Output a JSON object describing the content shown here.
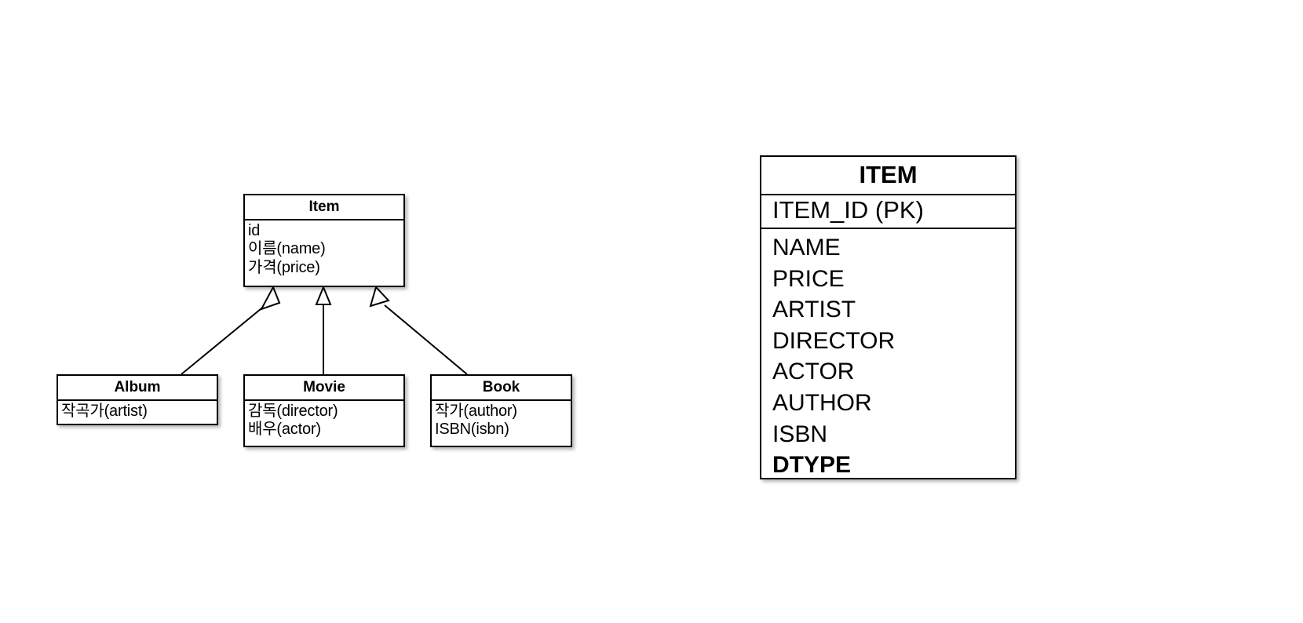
{
  "diagram": {
    "kind": "uml-class-diagram-with-single-table-erd",
    "relationship": "generalization",
    "arrowhead": "hollow-triangle",
    "background_color": "#ffffff",
    "line_color": "#000000"
  },
  "uml": {
    "superclass": {
      "name": "Item",
      "attributes": [
        "id",
        "이름(name)",
        "가격(price)"
      ]
    },
    "subclasses": [
      {
        "name": "Album",
        "attributes": [
          "작곡가(artist)"
        ]
      },
      {
        "name": "Movie",
        "attributes": [
          "감독(director)",
          "배우(actor)"
        ]
      },
      {
        "name": "Book",
        "attributes": [
          "작가(author)",
          "ISBN(isbn)"
        ]
      }
    ]
  },
  "erd": {
    "table_name": "ITEM",
    "primary_key": "ITEM_ID (PK)",
    "columns": [
      {
        "name": "NAME",
        "bold": false
      },
      {
        "name": "PRICE",
        "bold": false
      },
      {
        "name": "ARTIST",
        "bold": false
      },
      {
        "name": "DIRECTOR",
        "bold": false
      },
      {
        "name": "ACTOR",
        "bold": false
      },
      {
        "name": "AUTHOR",
        "bold": false
      },
      {
        "name": "ISBN",
        "bold": false
      },
      {
        "name": "DTYPE",
        "bold": true
      }
    ]
  }
}
